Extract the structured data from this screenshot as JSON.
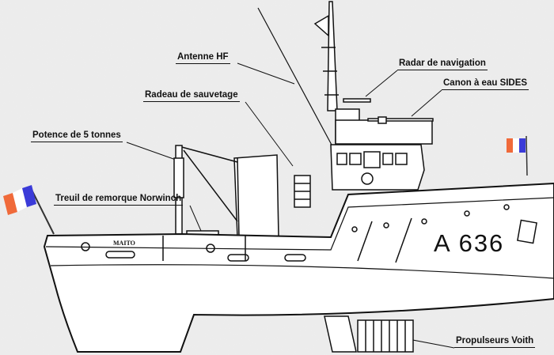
{
  "labels": {
    "antenna": "Antenne HF",
    "radar": "Radar de navigation",
    "liferaft": "Radeau de sauvetage",
    "water_cannon": "Canon à eau SIDES",
    "crane": "Potence de 5 tonnes",
    "winch": "Treuil de remorque Norwinch",
    "propulsion": "Propulseurs Voith"
  },
  "ship": {
    "pennant_number": "A 636",
    "name": "MAITO"
  },
  "colors": {
    "flag_blue": "#3b3bd8",
    "flag_white": "#ffffff",
    "flag_red": "#f06a3a",
    "background": "#e9e9e9"
  }
}
